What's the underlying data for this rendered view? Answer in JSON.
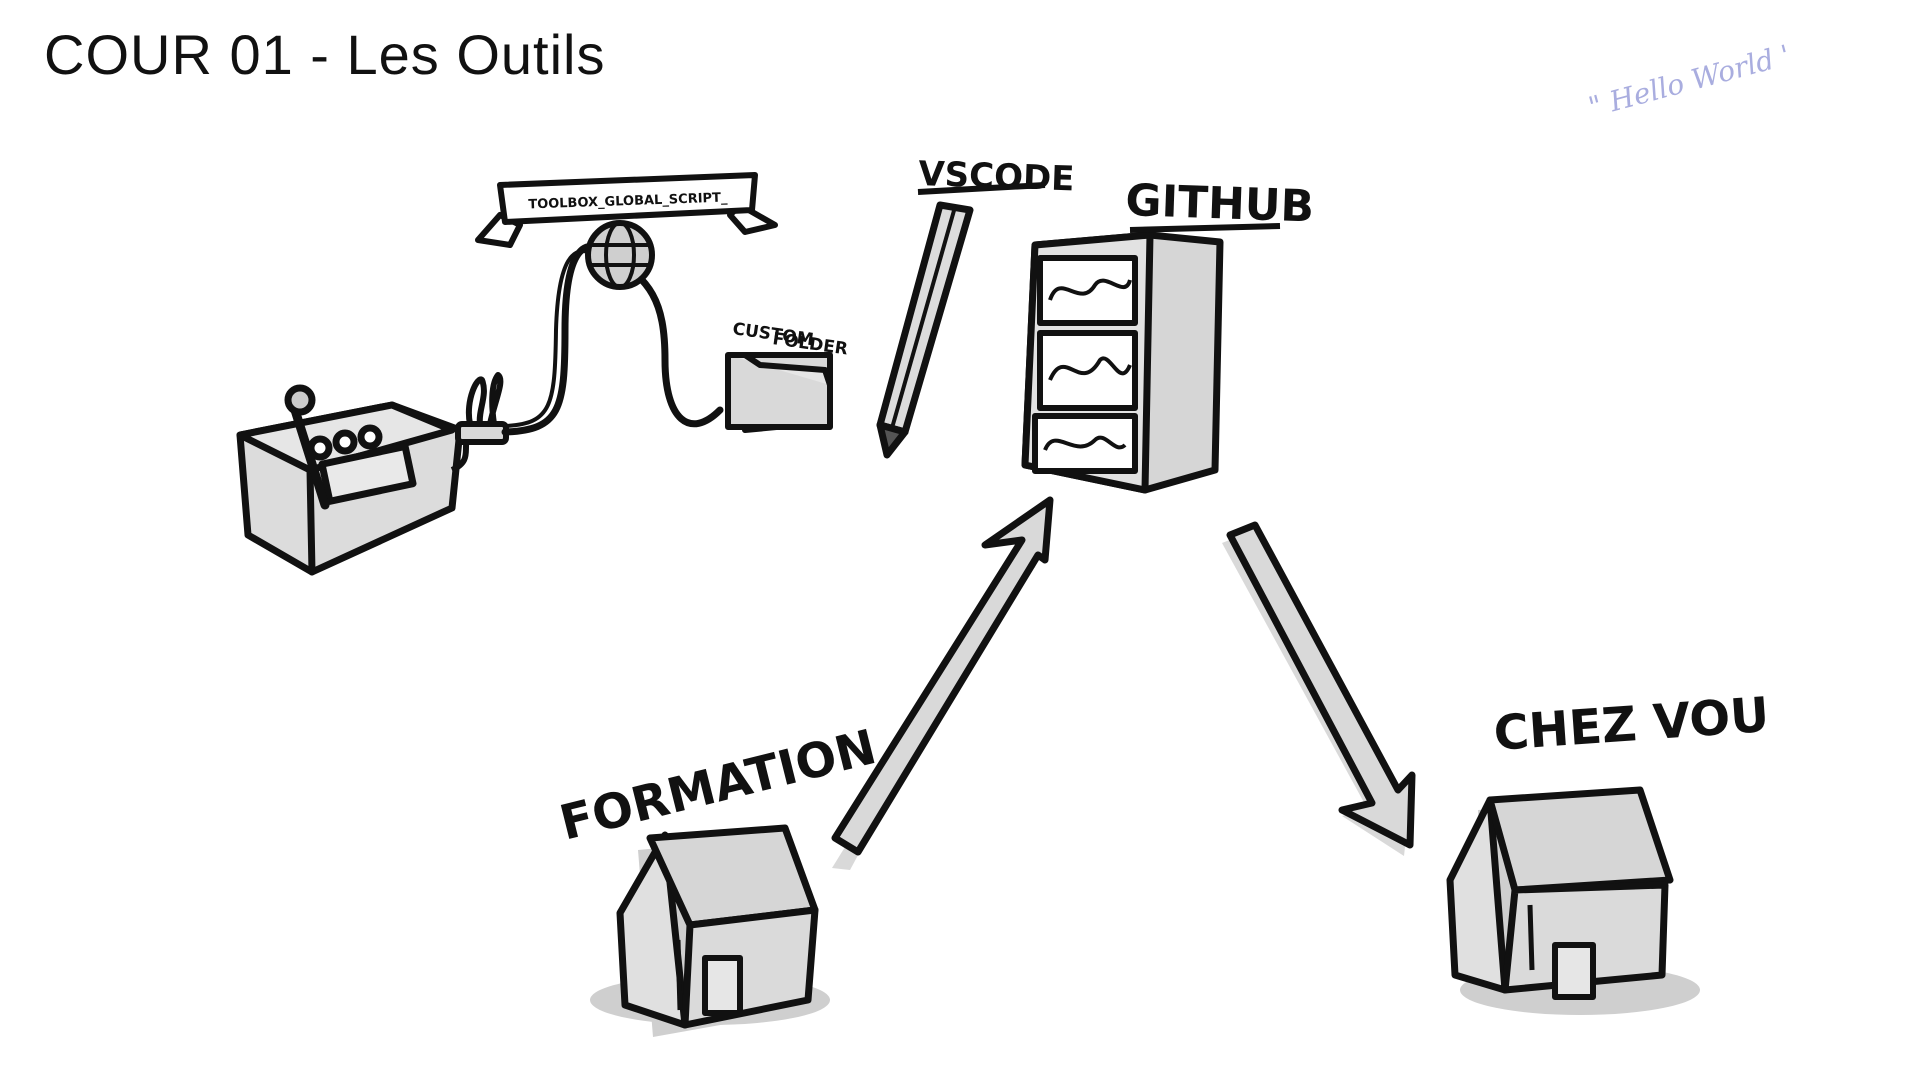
{
  "title": "COUR 01 - Les Outils",
  "note": "\" Hello World '",
  "labels": {
    "banner": "TOOLBOX_GLOBAL_SCRIPT_",
    "custom_folder_line1": "CUSTOM",
    "custom_folder_line2": "FOLDER",
    "vscode": "VSCODE",
    "github": "GITHUB",
    "formation": "FORMATION",
    "chez_vous": "CHEZ VOU"
  },
  "colors": {
    "ink": "#111111",
    "fill_gray": "#d9d9d9",
    "shadow_gray": "#cfcfcf",
    "note": "#a9addf"
  }
}
